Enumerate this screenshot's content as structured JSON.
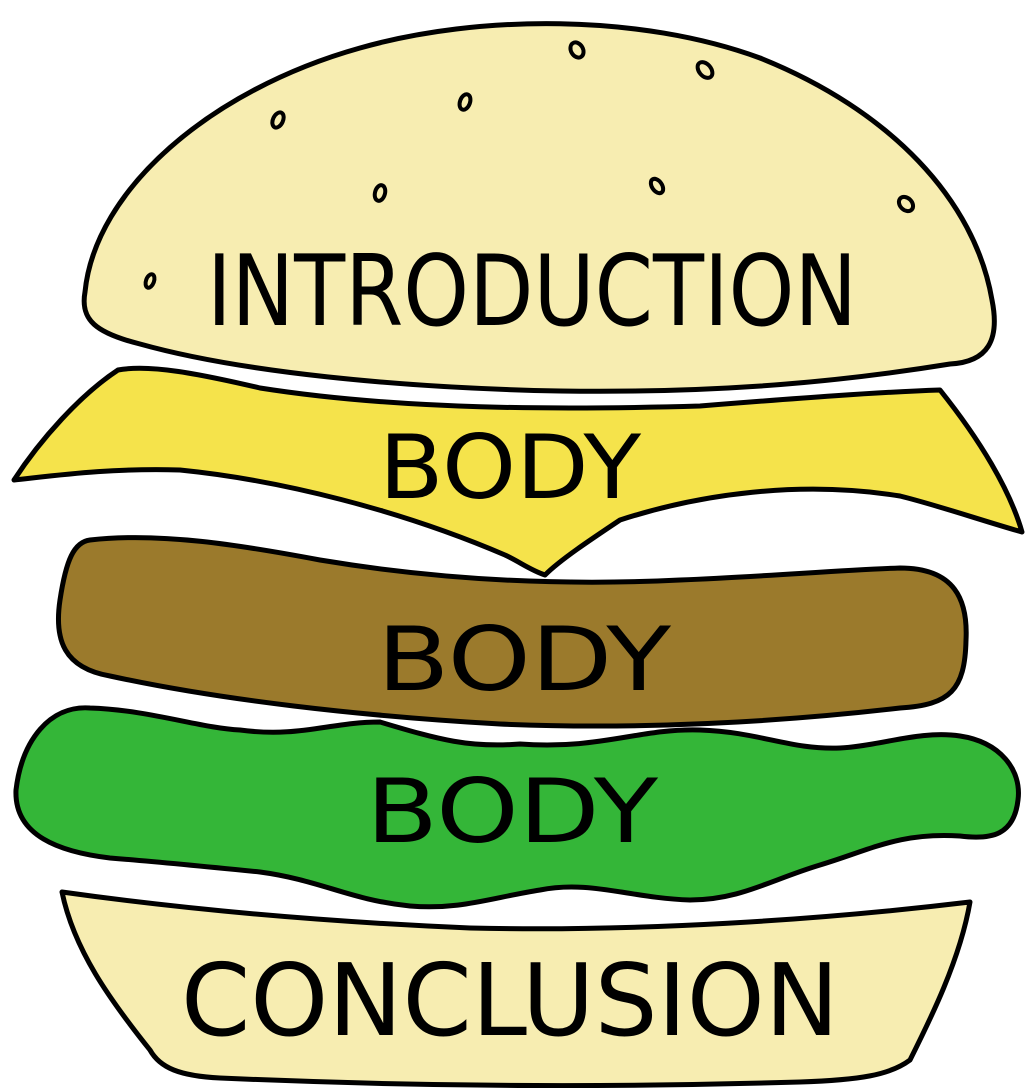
{
  "layers": {
    "top_bun": {
      "label": "INTRODUCTION",
      "color": "#F7EDB1"
    },
    "cheese": {
      "label": "BODY",
      "color": "#F5E34B"
    },
    "patty": {
      "label": "BODY",
      "color": "#9B7A2C"
    },
    "lettuce": {
      "label": "BODY",
      "color": "#34B638"
    },
    "bottom_bun": {
      "label": "CONCLUSION",
      "color": "#F7EDB1"
    }
  },
  "outline_color": "#000000",
  "background_color": "#FFFFFF"
}
